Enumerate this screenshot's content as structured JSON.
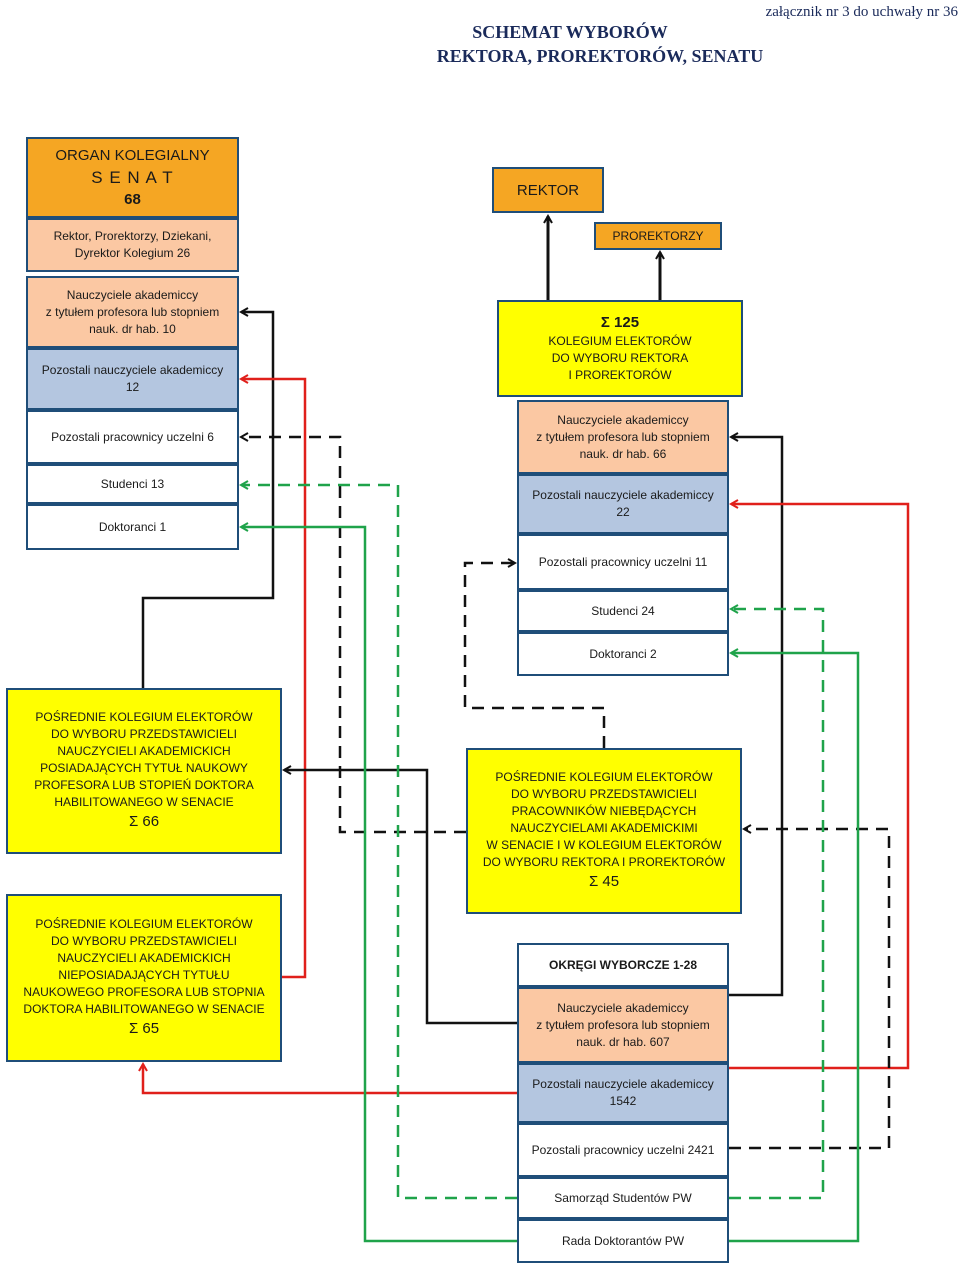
{
  "header": {
    "attachment": "załącznik nr 3 do uchwały nr 36",
    "title_line1": "SCHEMAT WYBORÓW",
    "title_line2": "REKTORA, PROREKTORÓW, SENATU"
  },
  "senate": {
    "header_line1": "ORGAN KOLEGIALNY",
    "header_line2": "S E N A T",
    "header_line3": "68",
    "rows": [
      {
        "line1": "Rektor, Prorektorzy, Dziekani,",
        "line2": "Dyrektor Kolegium 26"
      },
      {
        "line1": "Nauczyciele akademiccy",
        "line2": "z tytułem profesora lub stopniem",
        "line3": "nauk. dr hab.  10"
      },
      {
        "line1": "Pozostali nauczyciele akademiccy",
        "line2": "12"
      },
      {
        "line1": "Pozostali pracownicy uczelni 6"
      },
      {
        "line1": "Studenci 13"
      },
      {
        "line1": "Doktoranci 1"
      }
    ]
  },
  "rector": {
    "label": "REKTOR"
  },
  "prorectors": {
    "label": "PROREKTORZY"
  },
  "college": {
    "header_line1": "Σ 125",
    "header_line2": "KOLEGIUM ELEKTORÓW",
    "header_line3": "DO WYBORU REKTORA",
    "header_line4": "I PROREKTORÓW",
    "rows": [
      {
        "line1": "Nauczyciele akademiccy",
        "line2": "z tytułem profesora lub stopniem",
        "line3": "nauk. dr hab.  66"
      },
      {
        "line1": "Pozostali nauczyciele akademiccy",
        "line2": "22"
      },
      {
        "line1": "Pozostali pracownicy uczelni 11"
      },
      {
        "line1": "Studenci 24"
      },
      {
        "line1": "Doktoranci 2"
      }
    ]
  },
  "indirect_prof": {
    "lines": [
      "POŚREDNIE KOLEGIUM ELEKTORÓW",
      "DO WYBORU PRZEDSTAWICIELI",
      "NAUCZYCIELI AKADEMICKICH",
      "POSIADAJĄCYCH TYTUŁ NAUKOWY",
      "PROFESORA LUB STOPIEŃ DOKTORA",
      "HABILITOWANEGO W SENACIE"
    ],
    "sum": "Σ 66"
  },
  "indirect_nonprof": {
    "lines": [
      "POŚREDNIE KOLEGIUM ELEKTORÓW",
      "DO WYBORU PRZEDSTAWICIELI",
      "NAUCZYCIELI AKADEMICKICH",
      "NIEPOSIADAJĄCYCH TYTUŁU",
      "NAUKOWEGO PROFESORA LUB STOPNIA",
      "DOKTORA HABILITOWANEGO W SENACIE"
    ],
    "sum": "Σ 65"
  },
  "indirect_staff": {
    "lines": [
      "POŚREDNIE KOLEGIUM ELEKTORÓW",
      "DO WYBORU PRZEDSTAWICIELI",
      "PRACOWNIKÓW NIEBĘDĄCYCH",
      "NAUCZYCIELAMI AKADEMICKIMI",
      "W SENACIE I W KOLEGIUM ELEKTORÓW",
      "DO WYBORU REKTORA I PROREKTORÓW"
    ],
    "sum": "Σ 45"
  },
  "districts": {
    "header": "OKRĘGI WYBORCZE 1-28",
    "rows": [
      {
        "line1": "Nauczyciele akademiccy",
        "line2": "z tytułem profesora lub stopniem",
        "line3": "nauk. dr hab. 607"
      },
      {
        "line1": "Pozostali nauczyciele akademiccy",
        "line2": "1542"
      },
      {
        "line1": "Pozostali pracownicy uczelni 2421"
      },
      {
        "line1": "Samorząd Studentów PW"
      },
      {
        "line1": "Rada Doktorantów PW"
      }
    ]
  },
  "colors": {
    "black_line": "#111111",
    "red_line": "#e0201b",
    "green_line": "#1fa34a",
    "gold_fill": "#f5a623",
    "orange_fill": "#fbc8a3",
    "blue_fill": "#b4c6e0",
    "yellow_fill": "#ffff00",
    "border": "#1f4e79"
  }
}
